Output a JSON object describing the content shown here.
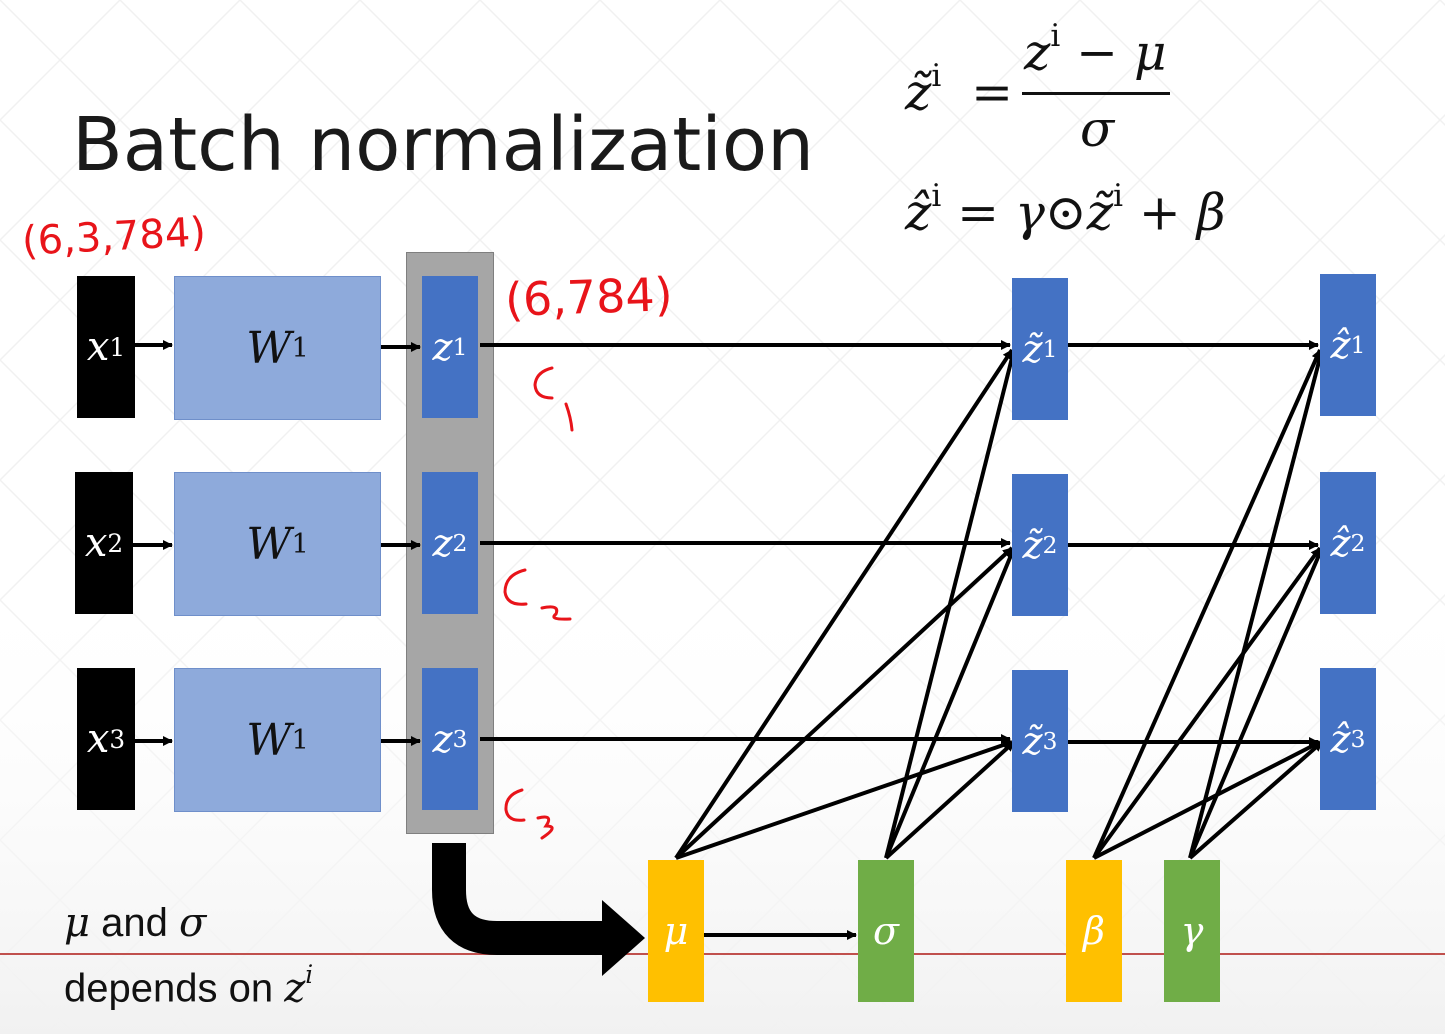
{
  "title": "Batch normalization",
  "formulas": {
    "ztilde_lhs": "z̃",
    "ztilde_lhs_sup": "i",
    "equals": "=",
    "numerator": "z",
    "numerator_sup": "i",
    "numerator_rest": " − μ",
    "denominator": "σ",
    "zhat_lhs": "ẑ",
    "zhat_lhs_sup": "i",
    "zhat_rhs_a": "= γ⊙z̃",
    "zhat_rhs_sup": "i",
    "zhat_rhs_b": " + β"
  },
  "inputs": [
    {
      "label": "x",
      "sup": "1"
    },
    {
      "label": "x",
      "sup": "2"
    },
    {
      "label": "x",
      "sup": "3"
    }
  ],
  "weights": [
    {
      "label": "W",
      "sup": "1"
    },
    {
      "label": "W",
      "sup": "1"
    },
    {
      "label": "W",
      "sup": "1"
    }
  ],
  "z_nodes": [
    {
      "label": "z",
      "sup": "1"
    },
    {
      "label": "z",
      "sup": "2"
    },
    {
      "label": "z",
      "sup": "3"
    }
  ],
  "ztilde_nodes": [
    {
      "label": "z̃",
      "sup": "1"
    },
    {
      "label": "z̃",
      "sup": "2"
    },
    {
      "label": "z̃",
      "sup": "3"
    }
  ],
  "zhat_nodes": [
    {
      "label": "ẑ",
      "sup": "1"
    },
    {
      "label": "ẑ",
      "sup": "2"
    },
    {
      "label": "ẑ",
      "sup": "3"
    }
  ],
  "stats": {
    "mu": "μ",
    "sigma": "σ",
    "beta": "β",
    "gamma": "γ"
  },
  "note": {
    "line1_sym1": "μ",
    "line1_text": " and ",
    "line1_sym2": "σ",
    "line2_text": "depends on ",
    "line2_sym": "z",
    "line2_sup": "i"
  },
  "handwritten": {
    "input_shape": "(6,3,784)",
    "z_shape": "(6,784)",
    "c1": "C1",
    "c2": "C2",
    "c3": "C3"
  },
  "colors": {
    "blue_node": "#4472c4",
    "weight_box": "#8eaadb",
    "mu_beta": "#ffc000",
    "sigma_gamma": "#70ad47",
    "handwriting": "#e8141a",
    "batch_panel": "#a6a6a6"
  }
}
